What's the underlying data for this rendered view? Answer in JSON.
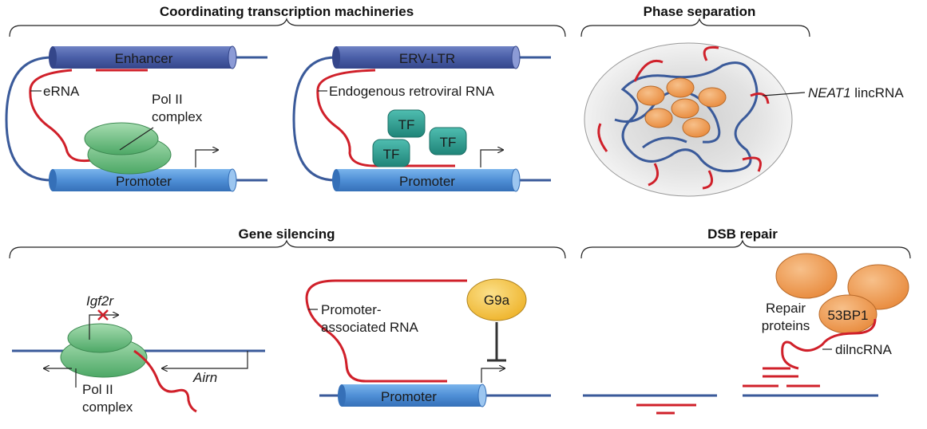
{
  "headers": {
    "coordinating": "Coordinating transcription machineries",
    "phase": "Phase separation",
    "silencing": "Gene silencing",
    "dsb": "DSB repair"
  },
  "panel_enhancer": {
    "enhancer": "Enhancer",
    "erna": "eRNA",
    "pol2_line1": "Pol II",
    "pol2_line2": "complex",
    "promoter": "Promoter"
  },
  "panel_erv": {
    "erv": "ERV-LTR",
    "rna": "Endogenous retroviral RNA",
    "tf": "TF",
    "promoter": "Promoter"
  },
  "panel_phase": {
    "neat1_italic": "NEAT1",
    "neat1_rest": " lincRNA"
  },
  "panel_igf2r": {
    "igf2r": "Igf2r",
    "airn": "Airn",
    "pol2_line1": "Pol II",
    "pol2_line2": "complex"
  },
  "panel_g9a": {
    "g9a": "G9a",
    "rna_line1": "Promoter-",
    "rna_line2": "associated RNA",
    "promoter": "Promoter"
  },
  "panel_dsb": {
    "repair_line1": "Repair",
    "repair_line2": "proteins",
    "p53bp1": "53BP1",
    "dilncrna": "dilncRNA"
  },
  "colors": {
    "dna": "#3a5a9a",
    "rna": "#d0202a",
    "cylinder_dark": "#4a5fa8",
    "cylinder_light": "#4f8fd6",
    "pol2": "#6cbf7e",
    "tf": "#2a9a8e",
    "protein": "#f0a35a",
    "g9a": "#f5c84a"
  }
}
